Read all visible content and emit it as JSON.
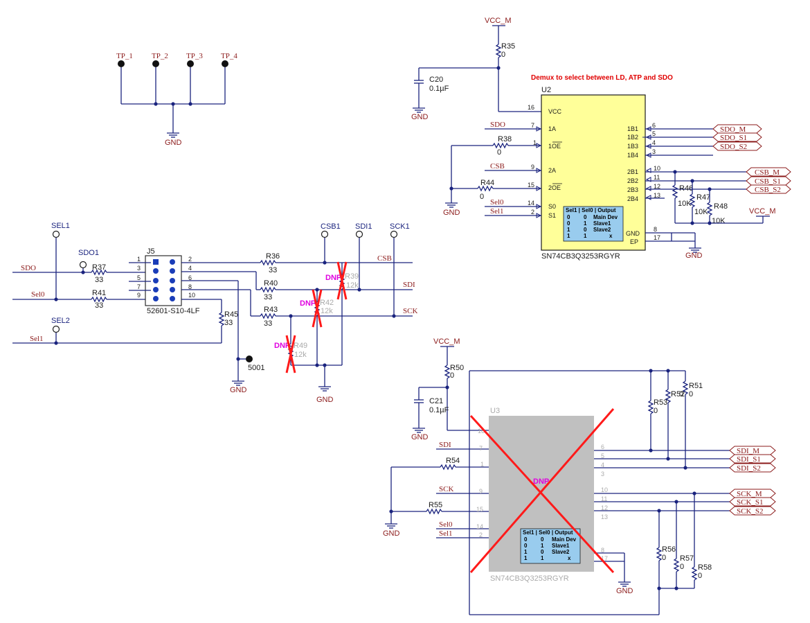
{
  "diagram": {
    "note": "Demux to select between LD, ATP and SDO",
    "test_points": [
      "TP_1",
      "TP_2",
      "TP_3",
      "TP_4"
    ],
    "gnd": "GND",
    "vcc": "VCC_M",
    "r35": {
      "ref": "R35",
      "value": "0"
    },
    "c20": {
      "ref": "C20",
      "value": "0.1µF"
    },
    "c21": {
      "ref": "C21",
      "value": "0.1µF"
    },
    "u2": {
      "ref": "U2",
      "part": "SN74CB3Q3253RGYR",
      "left_pins": [
        {
          "name": "VCC",
          "num": "16"
        },
        {
          "name": "1A",
          "num": "7"
        },
        {
          "name": "1OE",
          "num": "1"
        },
        {
          "name": "2A",
          "num": "9"
        },
        {
          "name": "2OE",
          "num": "15"
        },
        {
          "name": "S0",
          "num": "14"
        },
        {
          "name": "S1",
          "num": "2"
        }
      ],
      "right_pins": [
        {
          "name": "1B1",
          "num": "6"
        },
        {
          "name": "1B2",
          "num": "5"
        },
        {
          "name": "1B3",
          "num": "4"
        },
        {
          "name": "1B4",
          "num": "3"
        },
        {
          "name": "2B1",
          "num": "10"
        },
        {
          "name": "2B2",
          "num": "11"
        },
        {
          "name": "2B3",
          "num": "12"
        },
        {
          "name": "2B4",
          "num": "13"
        },
        {
          "name": "GND",
          "num": "8"
        },
        {
          "name": "EP",
          "num": "17"
        }
      ]
    },
    "u3": {
      "ref": "U3",
      "part": "SN74CB3Q3253RGYR",
      "pins_left": [
        "16",
        "7",
        "1",
        "9",
        "15",
        "14",
        "2"
      ],
      "pins_right": [
        "6",
        "5",
        "4",
        "3",
        "10",
        "11",
        "12",
        "13",
        "8",
        "17"
      ]
    },
    "truth_table": {
      "header": "Sel1 |  Sel0 |  Output",
      "rows": [
        [
          "0",
          "0",
          "Main Dev"
        ],
        [
          "0",
          "1",
          "Slave1"
        ],
        [
          "1",
          "0",
          "Slave2"
        ],
        [
          "1",
          "1",
          "x"
        ]
      ]
    },
    "nets": {
      "sdo": "SDO",
      "csb": "CSB",
      "sdi": "SDI",
      "sck": "SCK",
      "sel0": "Sel0",
      "sel1": "Sel1",
      "sdo_m": "SDO_M",
      "sdo_s1": "SDO_S1",
      "sdo_s2": "SDO_S2",
      "csb_m": "CSB_M",
      "csb_s1": "CSB_S1",
      "csb_s2": "CSB_S2",
      "sdi_m": "SDI_M",
      "sdi_s1": "SDI_S1",
      "sdi_s2": "SDI_S2",
      "sck_m": "SCK_M",
      "sck_s1": "SCK_S1",
      "sck_s2": "SCK_S2"
    },
    "testpoint_labels": {
      "sel1": "SEL1",
      "sdo1": "SDO1",
      "sel2": "SEL2",
      "csb1": "CSB1",
      "sdi1": "SDI1",
      "sck1": "SCK1"
    },
    "j5": {
      "ref": "J5",
      "part": "52601-S10-4LF",
      "left_pins": [
        "1",
        "3",
        "5",
        "7",
        "9"
      ],
      "right_pins": [
        "2",
        "4",
        "6",
        "8",
        "10"
      ],
      "pad": "5001"
    },
    "resistors": {
      "r38": {
        "ref": "R38",
        "value": "0"
      },
      "r44": {
        "ref": "R44",
        "value": "0"
      },
      "r46": {
        "ref": "R46",
        "value": "10K"
      },
      "r47": {
        "ref": "R47",
        "value": "10K"
      },
      "r48": {
        "ref": "R48",
        "value": "10K"
      },
      "r37": {
        "ref": "R37",
        "value": "33"
      },
      "r41": {
        "ref": "R41",
        "value": "33"
      },
      "r45": {
        "ref": "R45",
        "value": "33"
      },
      "r36": {
        "ref": "R36",
        "value": "33"
      },
      "r40": {
        "ref": "R40",
        "value": "33"
      },
      "r43": {
        "ref": "R43",
        "value": "33"
      },
      "r39": {
        "ref": "R39",
        "value": "12k"
      },
      "r42": {
        "ref": "R42",
        "value": "12k"
      },
      "r49": {
        "ref": "R49",
        "value": "12k"
      },
      "r50": {
        "ref": "R50",
        "value": "0"
      },
      "r51": {
        "ref": "R51",
        "value": "0"
      },
      "r52": {
        "ref": "R52",
        "value": "0"
      },
      "r53": {
        "ref": "R53",
        "value": "0"
      },
      "r54": {
        "ref": "R54"
      },
      "r55": {
        "ref": "R55"
      },
      "r56": {
        "ref": "R56",
        "value": "0"
      },
      "r57": {
        "ref": "R57",
        "value": "0"
      },
      "r58": {
        "ref": "R58",
        "value": "0"
      }
    },
    "dnp": "DNP",
    "colors": {
      "wire": "#1a237e",
      "net_label": "#8b1a1a",
      "note": "#e00000",
      "ic_fill": "#ffff99",
      "table_fill": "#99ccee",
      "dnp_text": "#e000e0",
      "dnp_cross": "#ff1a1a",
      "dnp_ic": "#c0c0c0"
    }
  }
}
